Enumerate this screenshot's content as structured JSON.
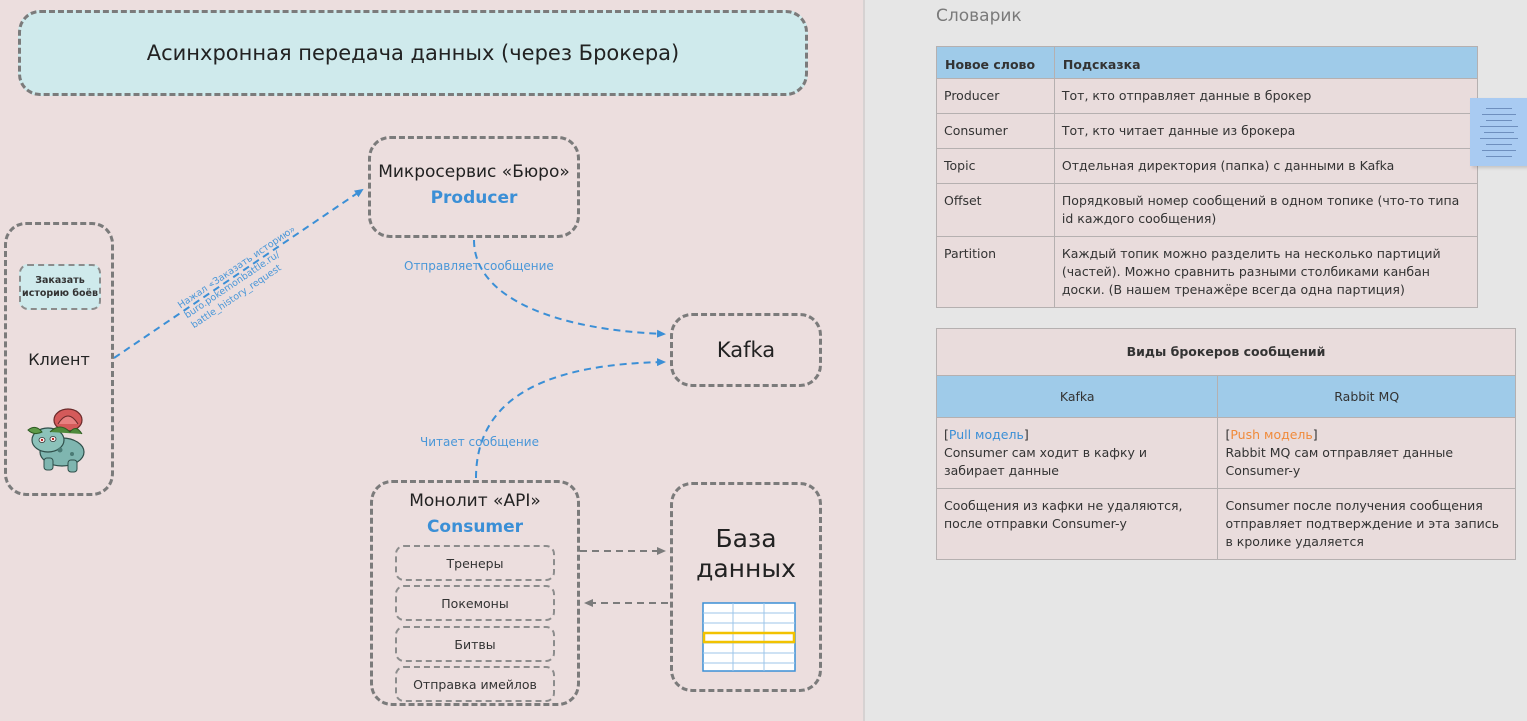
{
  "title": "Асинхронная передача данных (через Брокера)",
  "client": {
    "button_line1": "Заказать",
    "button_line2": "историю боёв",
    "label": "Клиент",
    "mascot_icon": "bulbasaur-icon"
  },
  "client_arrow_label": {
    "line1": "Нажал «Заказать историю»",
    "line2": "buro.pokemonbattle.ru/",
    "line3": "battle_history_request"
  },
  "producer": {
    "name": "Микросервис «Бюро»",
    "role": "Producer"
  },
  "kafka": {
    "name": "Kafka"
  },
  "sends_label": "Отправляет сообщение",
  "reads_label": "Читает сообщение",
  "consumer": {
    "name": "Монолит «API»",
    "role": "Consumer",
    "modules": [
      "Тренеры",
      "Покемоны",
      "Битвы",
      "Отправка имейлов"
    ]
  },
  "database": {
    "line1": "База",
    "line2": "данных",
    "icon": "table-icon"
  },
  "glossary": {
    "title": "Словарик",
    "headers": [
      "Новое слово",
      "Подсказка"
    ],
    "rows": [
      [
        "Producer",
        "Тот, кто отправляет данные в брокер"
      ],
      [
        "Consumer",
        "Тот, кто читает данные из брокера"
      ],
      [
        "Topic",
        "Отдельная директория (папка) с данными в Kafka"
      ],
      [
        "Offset",
        "Порядковый номер сообщений в одном топике (что-то типа id каждого сообщения)"
      ],
      [
        "Partition",
        "Каждый топик можно разделить на несколько партиций (частей). Можно сравнить разными столбиками канбан доски. (В нашем тренажёре всегда одна партиция)"
      ]
    ]
  },
  "brokers": {
    "title": "Виды брокеров сообщений",
    "columns": [
      "Kafka",
      "Rabbit MQ"
    ],
    "model_row": {
      "kafka_model": "Pull модель",
      "kafka_text": "Consumer сам ходит в кафку и забирает данные",
      "rabbit_model": "Push модель",
      "rabbit_text": "Rabbit MQ сам отправляет данные Consumer-у"
    },
    "delete_row": [
      "Сообщения из кафки не удаляются, после отправки Consumer-у",
      "Consumer после получения сообщения отправляет подтверждение и эта запись в кролике удаляется"
    ]
  },
  "colors": {
    "accent_blue": "#3b8fd6",
    "push_orange": "#f08a3a",
    "title_bg": "#cfeaec",
    "table_header": "#9fcbe9",
    "canvas_left": "#ecdede"
  }
}
